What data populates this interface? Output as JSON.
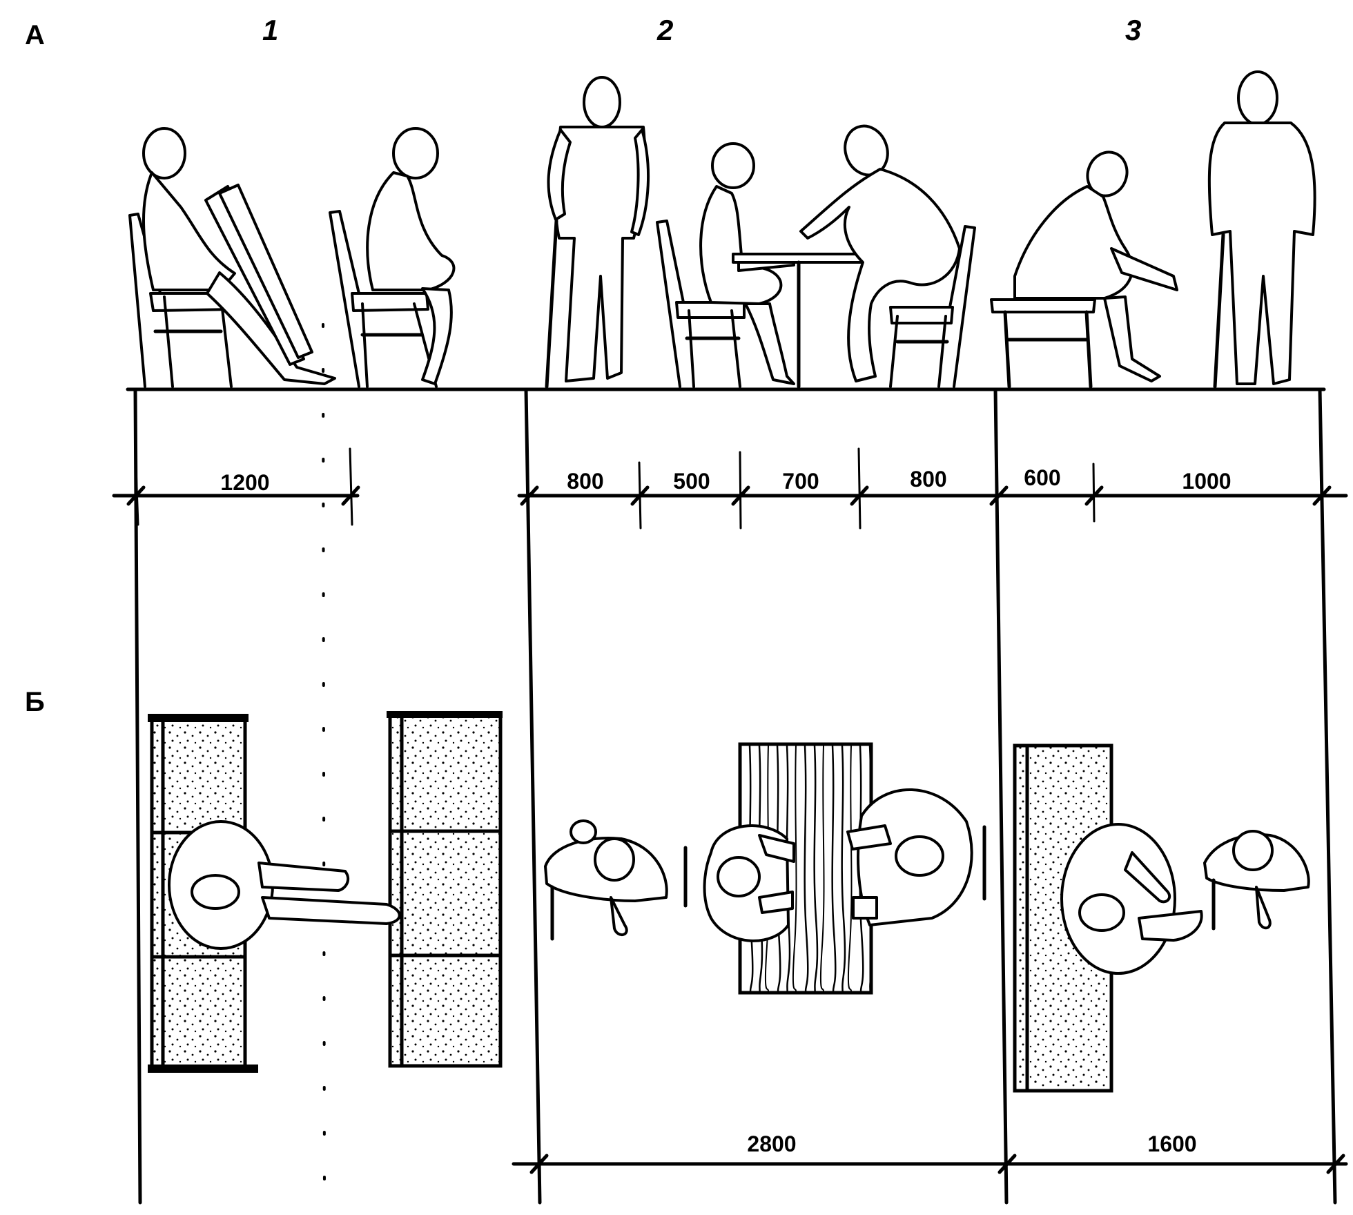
{
  "labels": {
    "section_a": "А",
    "section_b": "Б",
    "zone_1": "1",
    "zone_2": "2",
    "zone_3": "3"
  },
  "dimensions": {
    "zone1_width": "1200",
    "zone2_seg1": "800",
    "zone2_seg2": "500",
    "zone2_seg3": "700",
    "zone2_seg4": "800",
    "zone3_seg1": "600",
    "zone3_seg2": "1000",
    "zone2_total": "2800",
    "zone3_total": "1600"
  }
}
